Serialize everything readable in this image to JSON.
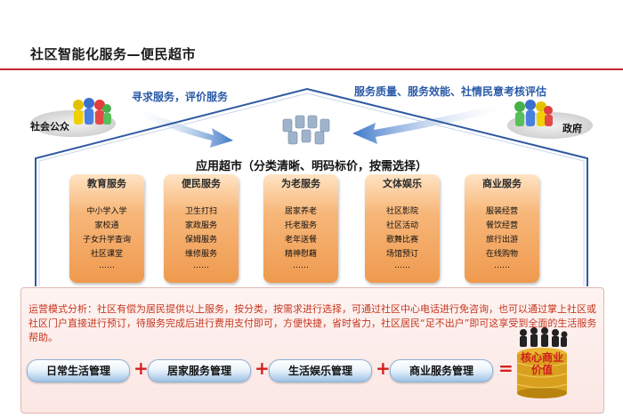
{
  "title": "社区智能化服务—便民超市",
  "left_arrow_text": "寻求服务，评价服务",
  "right_arrow_text": "服务质量、服务效能、社情民意考核评估",
  "left_label": "社会公众",
  "right_label": "政府",
  "house_title": "应用超市（分类清晰、明码标价，按需选择）",
  "columns": [
    {
      "header": "教育服务",
      "items": [
        "中小学入学",
        "家校通",
        "子女升学查询",
        "社区课堂",
        "……"
      ]
    },
    {
      "header": "便民服务",
      "items": [
        "卫生打扫",
        "家政服务",
        "保姆服务",
        "维修服务",
        "……"
      ]
    },
    {
      "header": "为老服务",
      "items": [
        "居家养老",
        "托老服务",
        "老年送餐",
        "精神慰藉",
        "……"
      ]
    },
    {
      "header": "文体娱乐",
      "items": [
        "社区影院",
        "社区活动",
        "歌舞比赛",
        "场馆预订",
        "……"
      ]
    },
    {
      "header": "商业服务",
      "items": [
        "服装经营",
        "餐饮经营",
        "旅行出游",
        "在线购物",
        "……"
      ]
    }
  ],
  "analysis_text": "运营模式分析：社区有偿为居民提供以上服务，按分类，按需求进行选择，可通过社区中心电话进行免咨询，也可以通过掌上社区或社区门户直接进行预订，待服务完成后进行费用支付即可，方便快捷，省时省力，社区居民“足不出户”即可这享受到全面的生活服务帮助。",
  "pills": [
    "日常生活管理",
    "居家服务管理",
    "生活娱乐管理",
    "商业服务管理"
  ],
  "plus_symbol": "+",
  "equals_symbol": "=",
  "core_value": "核心商业价值",
  "colors": {
    "accent_red": "#c0272d",
    "arrow_blue": "#2a5aa8",
    "column_orange": "#ef9a4e",
    "house_line": "#2f5aa0"
  }
}
